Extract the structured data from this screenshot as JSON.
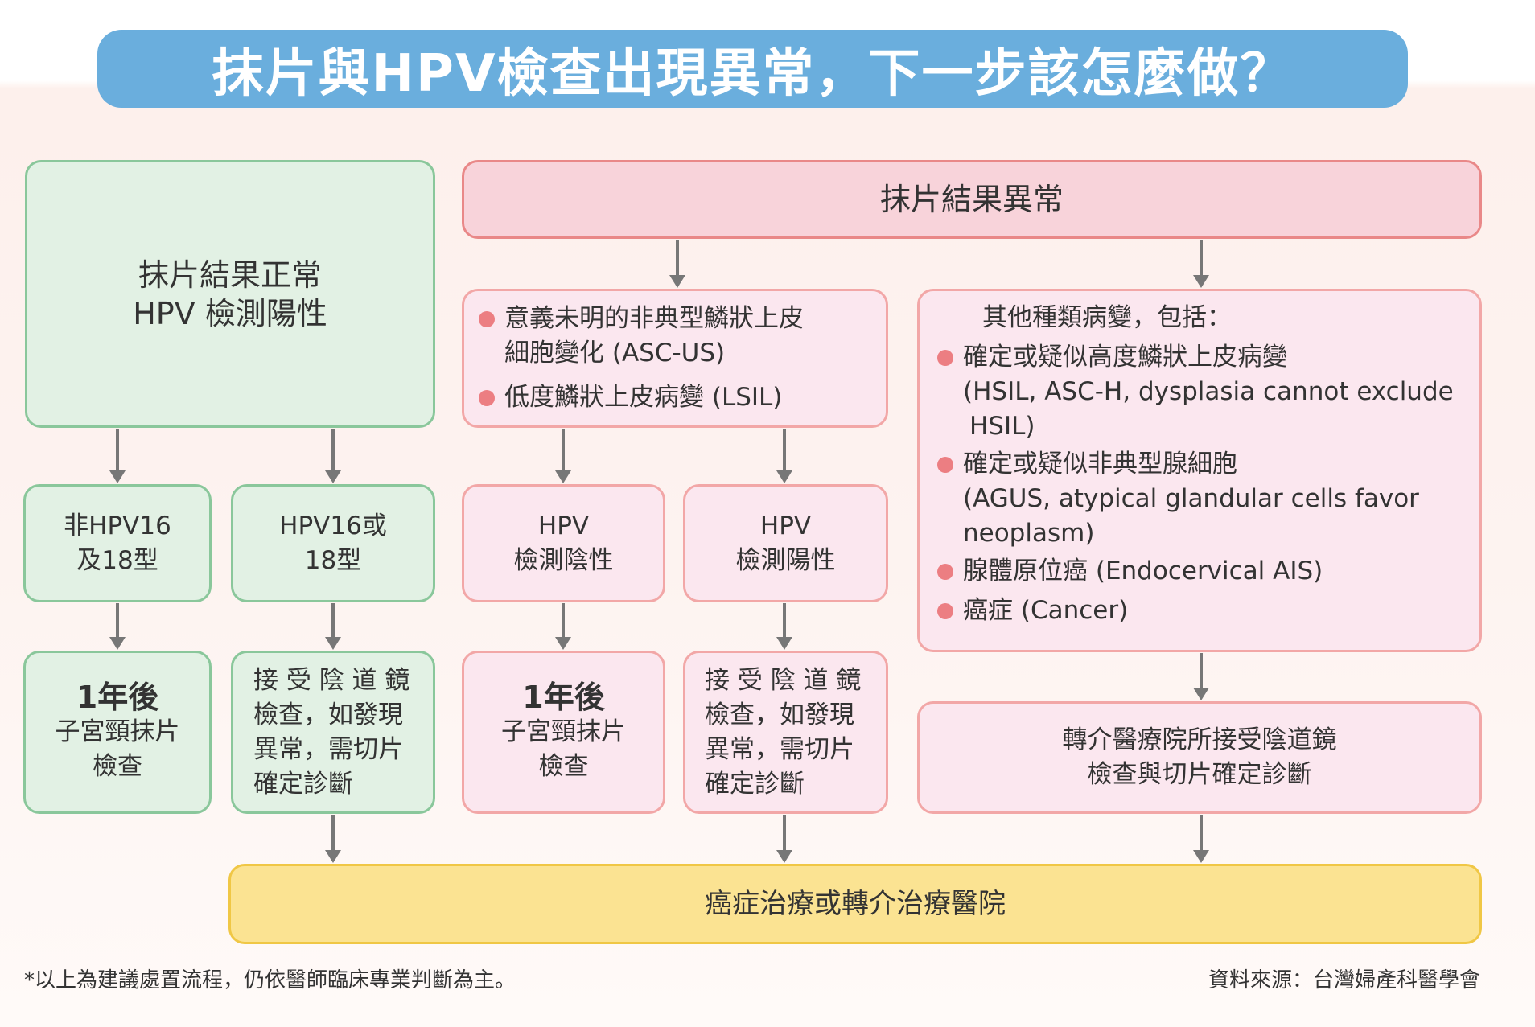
{
  "title": "抹片與HPV檢查出現異常，下一步該怎麼做？",
  "normal": {
    "header_line1": "抹片結果正常",
    "header_line2": "HPV 檢測陽性",
    "left_type_line1": "非HPV16",
    "left_type_line2": "及18型",
    "right_type_line1": "HPV16或",
    "right_type_line2": "18型",
    "left_action_line1": "1年後",
    "left_action_line2": "子宮頸抹片",
    "left_action_line3": "檢查",
    "right_action_line1": "接 受 陰 道 鏡",
    "right_action_line2": "檢查，如發現",
    "right_action_line3": "異常，需切片",
    "right_action_line4": "確定診斷"
  },
  "abnormal": {
    "header": "抹片結果異常",
    "middle_item1_line1": "意義未明的非典型鱗狀上皮",
    "middle_item1_line2": "細胞變化 (ASC-US)",
    "middle_item2": "低度鱗狀上皮病變 (LSIL)",
    "hpv_negative_line1": "HPV",
    "hpv_negative_line2": "檢測陰性",
    "hpv_positive_line1": "HPV",
    "hpv_positive_line2": "檢測陽性",
    "negative_action_line1": "1年後",
    "negative_action_line2": "子宮頸抹片",
    "negative_action_line3": "檢查",
    "positive_action_line1": "接 受 陰 道 鏡",
    "positive_action_line2": "檢查，如發現",
    "positive_action_line3": "異常，需切片",
    "positive_action_line4": "確定診斷",
    "other_heading": "其他種類病變，包括：",
    "other_item1_line1": "確定或疑似高度鱗狀上皮病變",
    "other_item1_line2": "(HSIL, ASC-H, dysplasia cannot exclude",
    "other_item1_line3": "HSIL)",
    "other_item2_line1": "確定或疑似非典型腺細胞",
    "other_item2_line2": "(AGUS, atypical glandular cells favor",
    "other_item2_line3": "neoplasm)",
    "other_item3": "腺體原位癌 (Endocervical AIS)",
    "other_item4": "癌症 (Cancer)",
    "referral_line1": "轉介醫療院所接受陰道鏡",
    "referral_line2": "檢查與切片確定診斷"
  },
  "final": "癌症治療或轉介治療醫院",
  "footnote": "*以上為建議處置流程，仍依醫師臨床專業判斷為主。",
  "source": "資料來源：台灣婦產科醫學會",
  "colors": {
    "title_bg": "#6aaedd",
    "green_fill": "#e2f1e4",
    "green_border": "#8ac79b",
    "pink_fill": "#fbe7ef",
    "pink_border": "#f2a7a7",
    "pink_header_fill": "#f8d3da",
    "pink_header_border": "#e98888",
    "yellow_fill": "#fbe392",
    "yellow_border": "#f0c745",
    "bullet": "#ec7e82",
    "arrow": "#777777"
  }
}
